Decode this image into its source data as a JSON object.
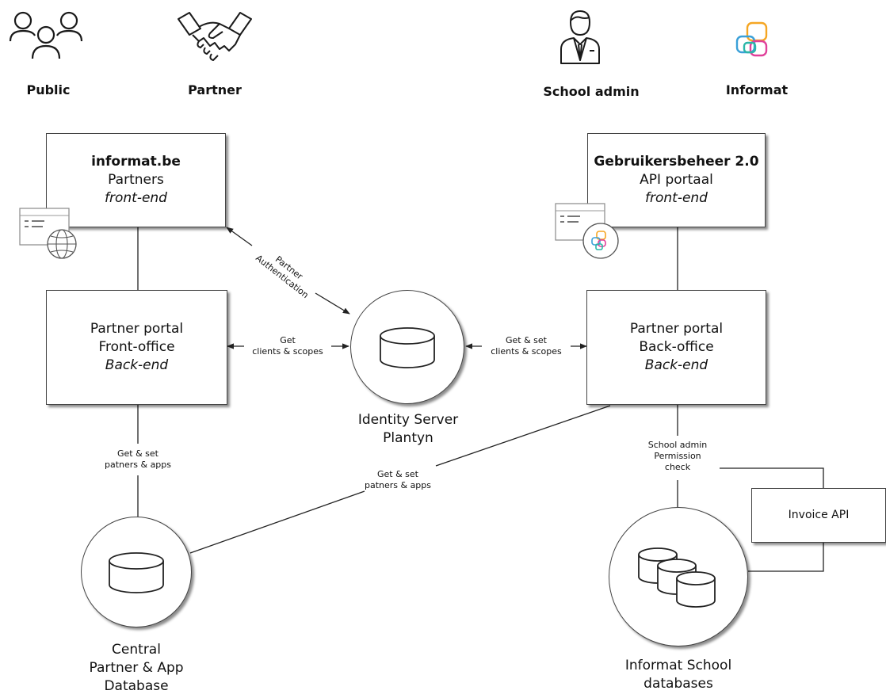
{
  "actors": {
    "public": "Public",
    "partner": "Partner",
    "school_admin": "School admin",
    "informat": "Informat"
  },
  "boxes": {
    "informat_be": {
      "line1": "informat.be",
      "line2": "Partners",
      "line3": "front-end"
    },
    "gebruikersbeheer": {
      "line1": "Gebruikersbeheer 2.0",
      "line2": "API portaal",
      "line3": "front-end"
    },
    "partner_portal_front": {
      "line1": "Partner portal",
      "line2": "Front-office",
      "line3": "Back-end"
    },
    "partner_portal_back": {
      "line1": "Partner portal",
      "line2": "Back-office",
      "line3": "Back-end"
    },
    "invoice_api": {
      "label": "Invoice API"
    }
  },
  "nodes": {
    "identity_server": {
      "line1": "Identity Server",
      "line2": "Plantyn"
    },
    "central_db": {
      "line1": "Central",
      "line2": "Partner & App",
      "line3": "Database"
    },
    "school_db": {
      "line1": "Informat School",
      "line2": "databases"
    }
  },
  "edges": {
    "partner_auth": {
      "line1": "Partner",
      "line2": "Authentication"
    },
    "front_identity": {
      "line1": "Get",
      "line2": "clients & scopes"
    },
    "identity_back": {
      "line1": "Get & set",
      "line2": "clients & scopes"
    },
    "front_central": {
      "line1": "Get & set",
      "line2": "patners & apps"
    },
    "back_central": {
      "line1": "Get & set",
      "line2": "patners & apps"
    },
    "back_school": {
      "line1": "School admin",
      "line2": "Permission",
      "line3": "check"
    }
  },
  "colors": {
    "line": "#222222",
    "icon_stroke": "#1a1a1a",
    "logo_orange": "#f5a623",
    "logo_blue": "#3aa0d8",
    "logo_pink": "#e0409a",
    "logo_teal": "#2bb6a8"
  }
}
